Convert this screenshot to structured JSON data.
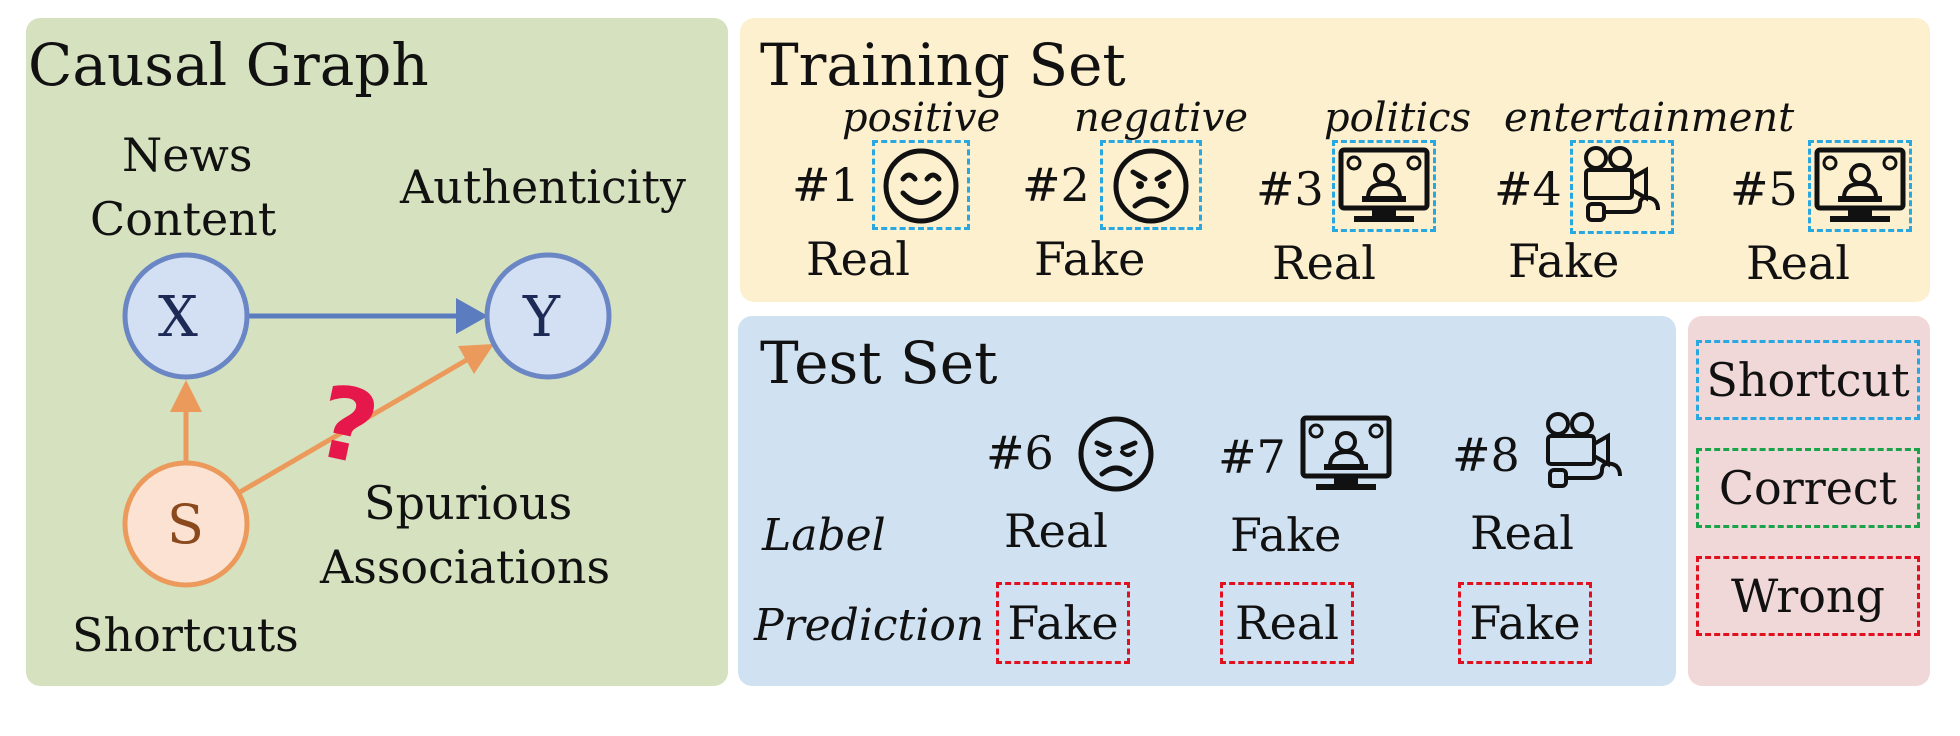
{
  "causal_graph": {
    "title": "Causal Graph",
    "news_content_line1": "News",
    "news_content_line2": "Content",
    "authenticity": "Authenticity",
    "node_x": "X",
    "node_y": "Y",
    "node_s": "S",
    "shortcuts": "Shortcuts",
    "spurious_line1": "Spurious",
    "spurious_line2": "Associations",
    "question_mark": "?",
    "colors": {
      "x_fill": "#d3dff2",
      "x_stroke": "#6a86c4",
      "s_fill": "#fbe2d3",
      "s_stroke": "#eb9a5c",
      "arrow_blue": "#5b7cbf",
      "arrow_orange": "#eb9a5c",
      "question": "#e6184b"
    }
  },
  "training_set": {
    "title": "Training Set",
    "items": [
      {
        "id": "#1",
        "topic": "positive",
        "label": "Real",
        "icon": "smiling-face-icon"
      },
      {
        "id": "#2",
        "topic": "negative",
        "label": "Fake",
        "icon": "frowning-face-icon"
      },
      {
        "id": "#3",
        "topic": "politics",
        "label": "Real",
        "icon": "news-anchor-tv-icon"
      },
      {
        "id": "#4",
        "topic": "entertainment",
        "label": "Fake",
        "icon": "movie-camera-microphone-icon"
      },
      {
        "id": "#5",
        "topic": "",
        "label": "Real",
        "icon": "news-anchor-tv-icon"
      }
    ]
  },
  "test_set": {
    "title": "Test Set",
    "label_row": "Label",
    "prediction_row": "Prediction",
    "items": [
      {
        "id": "#6",
        "label": "Real",
        "prediction": "Fake",
        "icon": "sad-face-icon"
      },
      {
        "id": "#7",
        "label": "Fake",
        "prediction": "Real",
        "icon": "news-anchor-tv-icon"
      },
      {
        "id": "#8",
        "label": "Real",
        "prediction": "Fake",
        "icon": "movie-camera-microphone-icon"
      }
    ]
  },
  "legend": {
    "shortcut": "Shortcut",
    "correct": "Correct",
    "wrong": "Wrong",
    "colors": {
      "shortcut": "#29a7e1",
      "correct": "#1aa34a",
      "wrong": "#e1101f"
    }
  }
}
